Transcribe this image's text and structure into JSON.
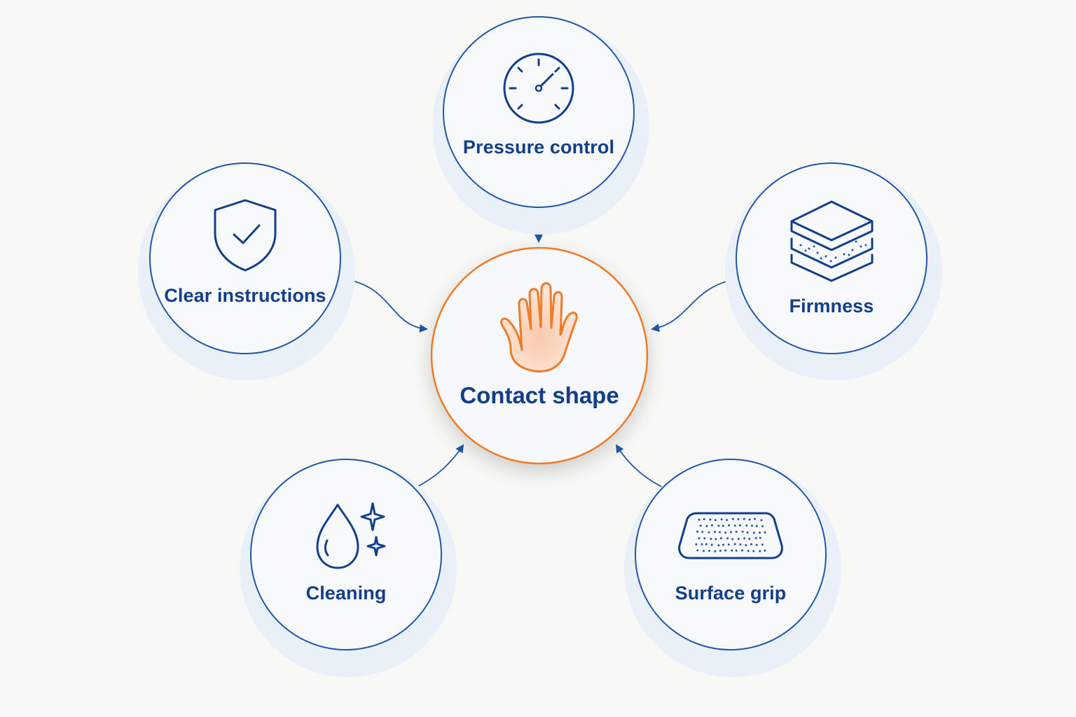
{
  "center": {
    "label": "Contact shape",
    "icon": "hand-icon"
  },
  "nodes": [
    {
      "id": "pressure",
      "label": "Pressure control",
      "icon": "gauge-icon"
    },
    {
      "id": "clear",
      "label": "Clear instructions",
      "icon": "shield-check-icon"
    },
    {
      "id": "firmness",
      "label": "Firmness",
      "icon": "layers-icon"
    },
    {
      "id": "cleaning",
      "label": "Cleaning",
      "icon": "droplet-sparkle-icon"
    },
    {
      "id": "grip",
      "label": "Surface grip",
      "icon": "textured-pad-icon"
    }
  ],
  "colors": {
    "primary": "#1f56a6",
    "text": "#123f8a",
    "accent": "#ef7a27",
    "background": "#f8f8f7"
  }
}
